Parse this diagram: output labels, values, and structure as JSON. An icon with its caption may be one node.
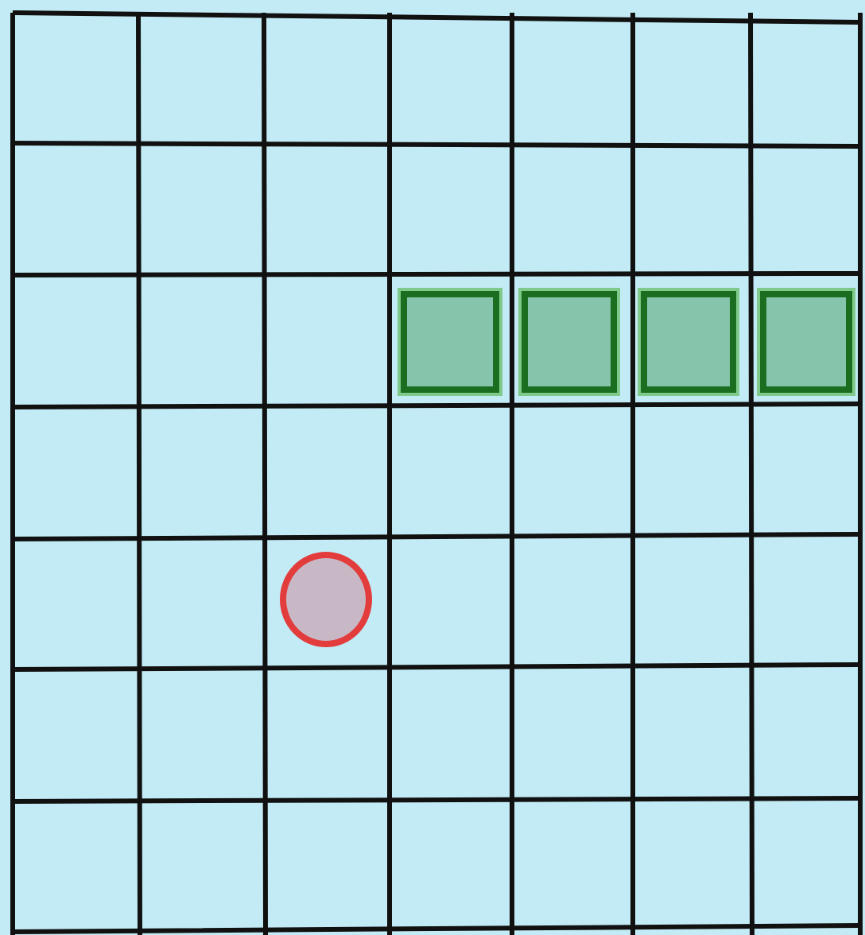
{
  "diagram": {
    "nodes": [
      {
        "text": [],
        "shape": "box"
      },
      {
        "text": [],
        "shape": "box"
      },
      {
        "text": [],
        "shape": "box"
      },
      {
        "text": [],
        "shape": "box"
      },
      {
        "text": [],
        "shape": "circle"
      }
    ]
  }
}
